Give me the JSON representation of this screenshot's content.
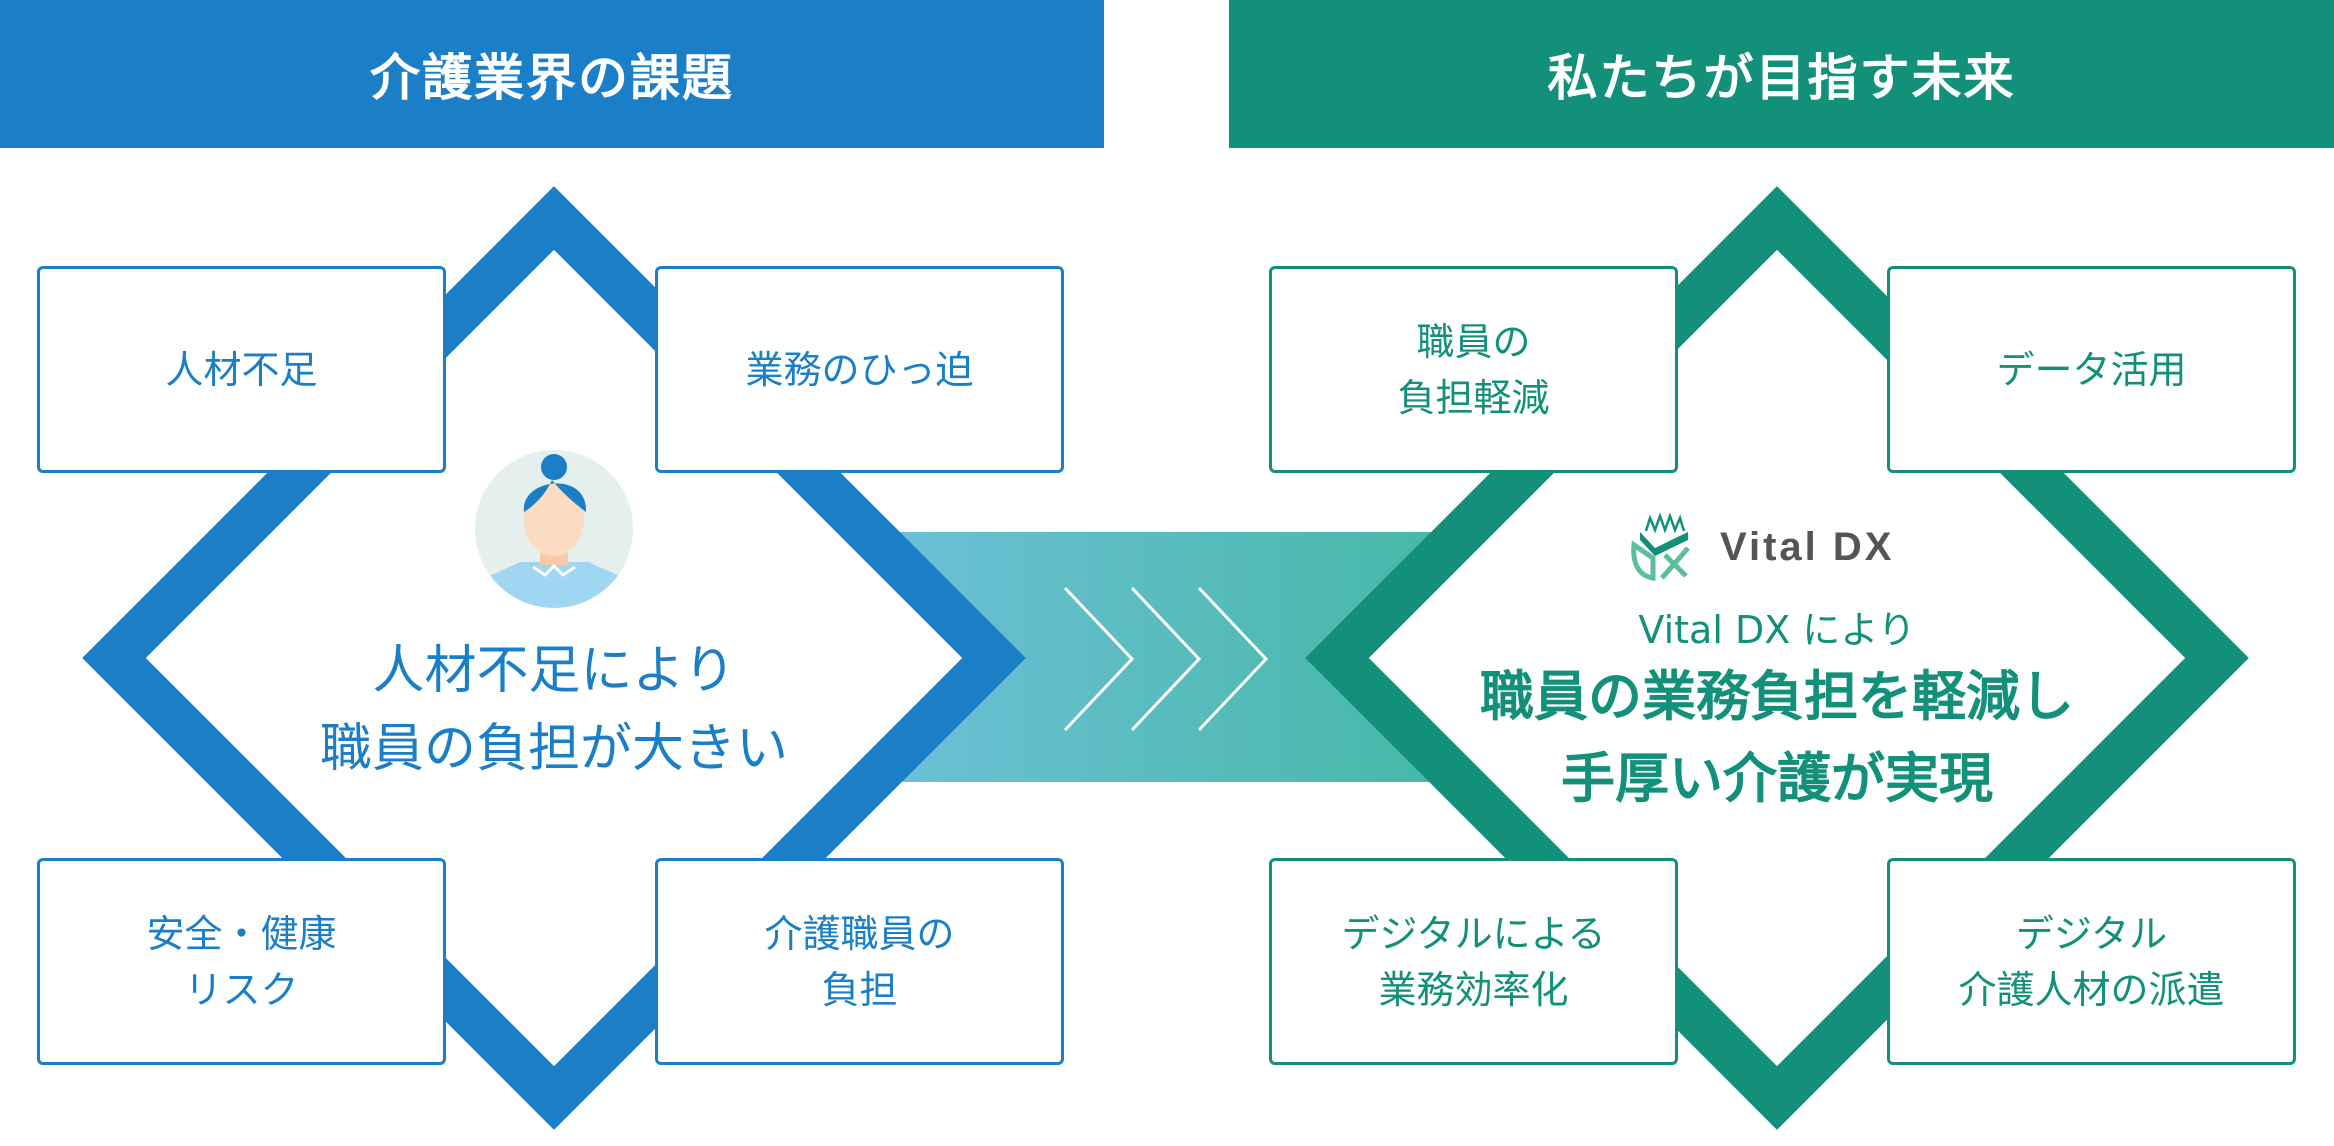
{
  "left": {
    "header": "介護業界の課題",
    "color": "#1a7fc7",
    "boxes": [
      {
        "lines": [
          "人材不足"
        ]
      },
      {
        "lines": [
          "業務のひっ迫"
        ]
      },
      {
        "lines": [
          "安全・健康",
          "リスク"
        ]
      },
      {
        "lines": [
          "介護職員の",
          "負担"
        ]
      }
    ],
    "center": [
      "人材不足により",
      "職員の負担が大きい"
    ]
  },
  "right": {
    "header": "私たちが目指す未来",
    "color": "#13907a",
    "boxes": [
      {
        "lines": [
          "職員の",
          "負担軽減"
        ]
      },
      {
        "lines": [
          "データ活用"
        ]
      },
      {
        "lines": [
          "デジタルによる",
          "業務効率化"
        ]
      },
      {
        "lines": [
          "デジタル",
          "介護人材の派遣"
        ]
      }
    ],
    "logo": "Vital DX",
    "subtitle": "Vital DX により",
    "center": [
      "職員の業務負担を軽減し",
      "手厚い介護が実現"
    ]
  }
}
